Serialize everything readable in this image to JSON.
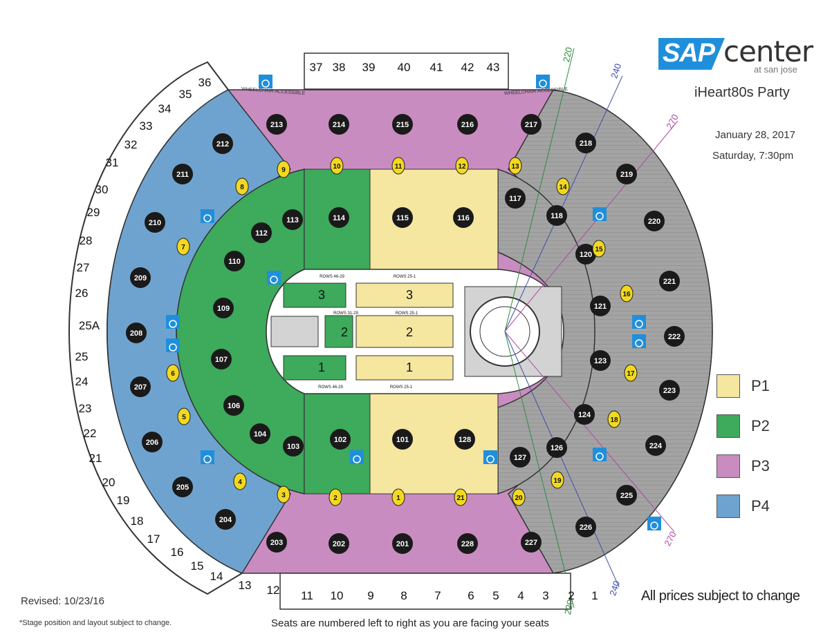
{
  "venue": {
    "brand": "SAP",
    "name": "center",
    "location": "at san jose"
  },
  "event": {
    "title": "iHeart80s Party",
    "date": "January 28, 2017",
    "time": "Saturday, 7:30pm"
  },
  "legend": [
    {
      "label": "P1",
      "color": "#f5e6a0"
    },
    {
      "label": "P2",
      "color": "#3daa5c"
    },
    {
      "label": "P3",
      "color": "#c98cc0"
    },
    {
      "label": "P4",
      "color": "#6fa3cf"
    }
  ],
  "notes": {
    "prices": "All prices subject to change",
    "revised": "Revised:  10/23/16",
    "stage": "*Stage position and layout subject to change.",
    "seats": "Seats are numbered left to right as you are facing your seats"
  },
  "colors": {
    "unpriced": "#a3a3a3",
    "stage": "#d3d3d3",
    "sightline_green": "#2e8b3e",
    "sightline_blue": "#3a4fa8",
    "sightline_purple": "#b04aa0"
  },
  "top_sections": [
    {
      "id": "213",
      "price": "P3"
    },
    {
      "id": "214",
      "price": "P3"
    },
    {
      "id": "215",
      "price": "P3"
    },
    {
      "id": "216",
      "price": "P3"
    },
    {
      "id": "217",
      "price": "P3"
    }
  ],
  "bottom_sections": [
    {
      "id": "203",
      "price": "P3"
    },
    {
      "id": "202",
      "price": "P3"
    },
    {
      "id": "201",
      "price": "P3"
    },
    {
      "id": "228",
      "price": "P3"
    },
    {
      "id": "227",
      "price": "P3"
    }
  ],
  "left_upper_sections": [
    {
      "id": "212",
      "price": "P4"
    },
    {
      "id": "211",
      "price": "P4"
    },
    {
      "id": "210",
      "price": "P4"
    },
    {
      "id": "209",
      "price": "P4"
    },
    {
      "id": "208",
      "price": "P4"
    },
    {
      "id": "207",
      "price": "P4"
    },
    {
      "id": "206",
      "price": "P4"
    },
    {
      "id": "205",
      "price": "P4"
    },
    {
      "id": "204",
      "price": "P4"
    }
  ],
  "left_lower_sections": [
    {
      "id": "113",
      "price": "P2"
    },
    {
      "id": "112",
      "price": "P2"
    },
    {
      "id": "110",
      "price": "P2"
    },
    {
      "id": "109",
      "price": "P2"
    },
    {
      "id": "107",
      "price": "P2"
    },
    {
      "id": "106",
      "price": "P2"
    },
    {
      "id": "104",
      "price": "P2"
    },
    {
      "id": "103",
      "price": "P2"
    }
  ],
  "right_lower_sections": [
    {
      "id": "117",
      "price": ""
    },
    {
      "id": "118",
      "price": ""
    },
    {
      "id": "120",
      "price": ""
    },
    {
      "id": "121",
      "price": ""
    },
    {
      "id": "123",
      "price": ""
    },
    {
      "id": "124",
      "price": ""
    },
    {
      "id": "126",
      "price": ""
    },
    {
      "id": "127",
      "price": ""
    }
  ],
  "right_upper_sections": [
    {
      "id": "218",
      "price": ""
    },
    {
      "id": "219",
      "price": ""
    },
    {
      "id": "220",
      "price": ""
    },
    {
      "id": "221",
      "price": ""
    },
    {
      "id": "222",
      "price": ""
    },
    {
      "id": "223",
      "price": ""
    },
    {
      "id": "224",
      "price": ""
    },
    {
      "id": "225",
      "price": ""
    },
    {
      "id": "226",
      "price": ""
    }
  ],
  "top_lower_sections": [
    {
      "id": "114",
      "price": "P2"
    },
    {
      "id": "115",
      "price": "P1"
    },
    {
      "id": "116",
      "price": "P1"
    }
  ],
  "bottom_lower_sections": [
    {
      "id": "102",
      "price": "P2"
    },
    {
      "id": "101",
      "price": "P1"
    },
    {
      "id": "128",
      "price": "P1"
    }
  ],
  "floor_sections": [
    {
      "id": "3",
      "price": "P2",
      "side": "left",
      "rows": "ROWS 46-29"
    },
    {
      "id": "2",
      "price": "P2",
      "side": "left",
      "rows": "ROWS 31-29"
    },
    {
      "id": "1",
      "price": "P2",
      "side": "left",
      "rows": "ROWS 46-29"
    },
    {
      "id": "3",
      "price": "P1",
      "side": "right",
      "rows": "ROWS 25-1"
    },
    {
      "id": "2",
      "price": "P1",
      "side": "right",
      "rows": "ROWS 25-1"
    },
    {
      "id": "1",
      "price": "P1",
      "side": "right",
      "rows": "ROWS 25-1"
    }
  ],
  "suites_top": [
    "37",
    "38",
    "39",
    "40",
    "41",
    "42",
    "43"
  ],
  "suites_left": [
    "36",
    "35",
    "34",
    "33",
    "32",
    "31",
    "30",
    "29",
    "28",
    "27",
    "26",
    "25A",
    "25",
    "24",
    "23",
    "22",
    "21",
    "20",
    "19",
    "18",
    "17",
    "16",
    "15",
    "14",
    "13",
    "12"
  ],
  "suites_bottom": [
    "11",
    "10",
    "9",
    "8",
    "7",
    "6",
    "5",
    "4",
    "3",
    "2",
    "1"
  ],
  "vomitories": [
    "9",
    "10",
    "11",
    "12",
    "13",
    "14",
    "15",
    "16",
    "17",
    "18",
    "19",
    "20",
    "21",
    "1",
    "2",
    "3",
    "4",
    "5",
    "6",
    "7",
    "8"
  ],
  "labels": {
    "wheelchair": "WHEELCHAIR ACCESSIBLE",
    "sightline_220": "220",
    "sightline_240": "240",
    "sightline_270": "270",
    "sightline_270b": "270",
    "sightline_240b": "240",
    "sightline_220b": "220"
  }
}
